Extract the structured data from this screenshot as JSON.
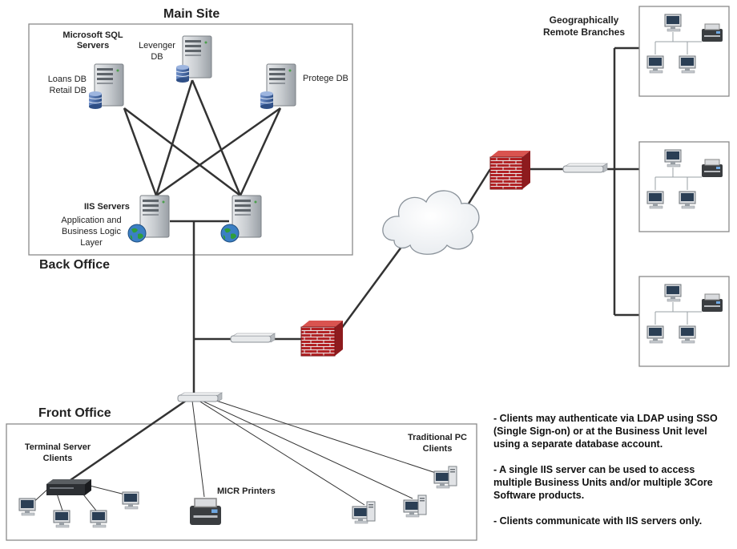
{
  "main_site": {
    "title": "Main Site",
    "sql_servers_label": "Microsoft SQL\nServers",
    "db_labels": [
      "Loans DB\nRetail DB",
      "Levenger\nDB",
      "Protege DB"
    ],
    "iis_servers_label": "IIS Servers",
    "iis_sublabel": "Application and\nBusiness Logic\nLayer"
  },
  "back_office": {
    "title": "Back Office"
  },
  "front_office": {
    "title": "Front Office",
    "terminal_label": "Terminal Server\nClients",
    "printers_label": "MICR Printers",
    "pc_label": "Traditional PC\nClients"
  },
  "remote": {
    "title": "Geographically\nRemote Branches"
  },
  "notes": [
    "- Clients may authenticate via LDAP using SSO (Single Sign-on) or at the Business Unit level using a separate database account.",
    "- A single IIS server can be used to access multiple Business Units and/or multiple 3Core Software products.",
    "- Clients communicate with IIS servers only."
  ],
  "colors": {
    "line": "#333333",
    "box_border": "#8a8a8a",
    "firewall": "#c0282a",
    "globe": "#2a7a2a",
    "db": "#3a5f9e"
  }
}
